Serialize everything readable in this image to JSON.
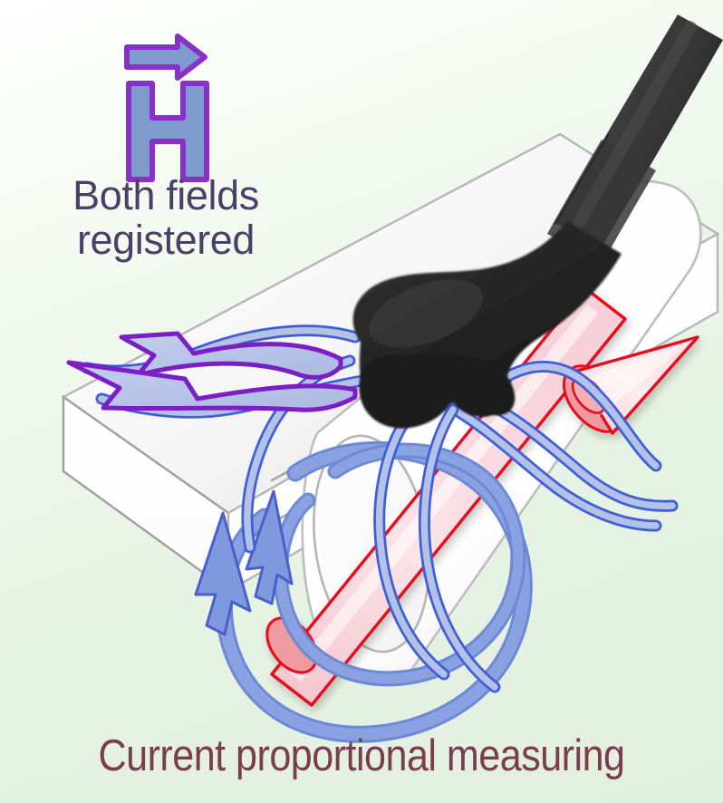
{
  "figure": {
    "title_alt": "Current clamp sensor measuring both magnetic field and current",
    "background_color": "#e6f2e3"
  },
  "annotations": {
    "h_symbol": {
      "name": "H",
      "letter": "H",
      "vector_arrow": "right-arrow",
      "fill_color": "#7e9bce",
      "stroke_color": "#8b2fc9"
    },
    "h_caption": {
      "line1": "Both fields",
      "line2": "registered",
      "color": "#4a3f66"
    },
    "bottom_caption": {
      "text": "Current proportional measuring",
      "color": "#7a3d50"
    }
  },
  "elements": {
    "probe": {
      "label": "sensor-probe-cable",
      "color": "#3a3a3a",
      "head_color": "#262626"
    },
    "conductor": {
      "label": "white-cylindrical-conductor",
      "fill": "#ffffff",
      "stroke": "#b9b9b9"
    },
    "slab": {
      "label": "white-rectangular-slab",
      "fill": "#ffffff",
      "stroke": "#b0b0b0"
    },
    "current_arrow": {
      "label": "current-direction-arrow",
      "stroke": "#e8071e",
      "fill": "#f7ccd4",
      "cap_fill": "#ef9a9e"
    },
    "h_field_arrows": {
      "label": "magnetic-field-arrows",
      "fill": "#b8c4e8",
      "stroke": "#7b1fc4",
      "count": 2
    },
    "b_field_loops": {
      "label": "circular-field-loops",
      "fill": "#7e97de",
      "stroke": "#4a5fc9",
      "count": 2
    },
    "field_lines": {
      "label": "blue-field-lines-into-probe",
      "fill": "#b4c2e8",
      "stroke": "#3f5fd6"
    }
  }
}
